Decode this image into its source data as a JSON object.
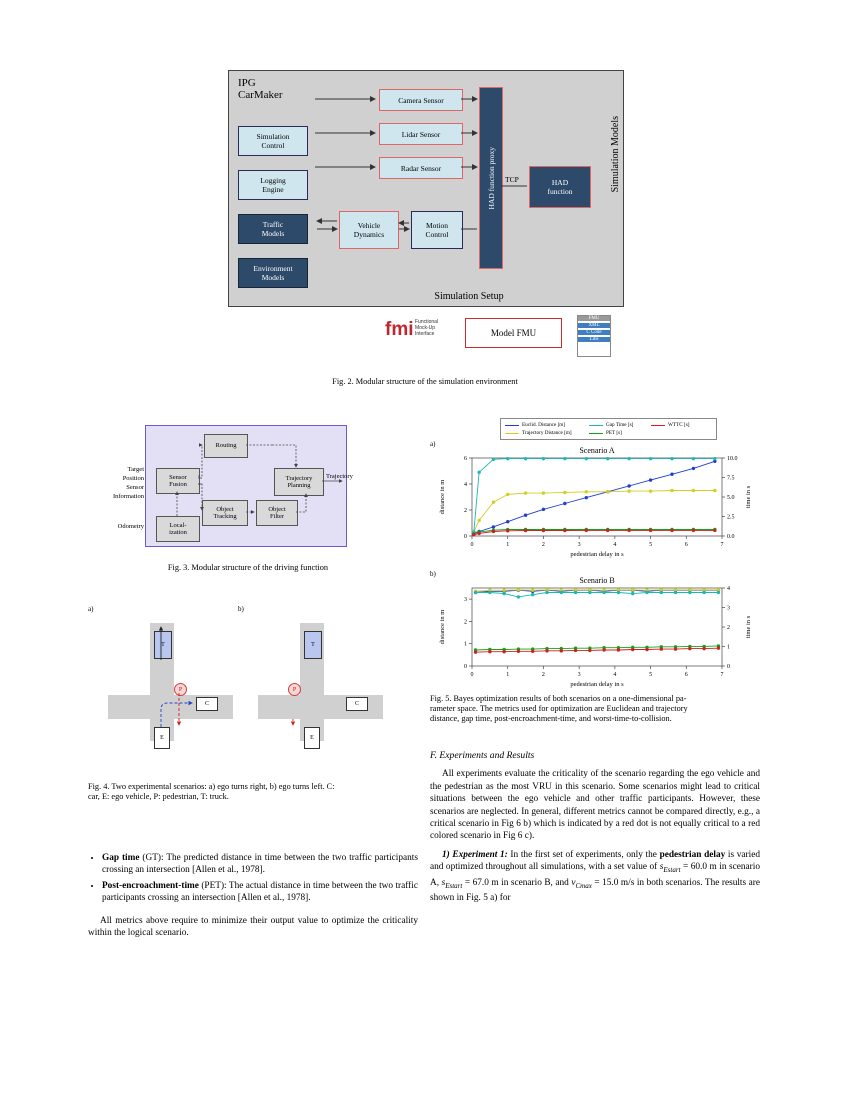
{
  "figure2": {
    "main_title_line1": "IPG",
    "main_title_line2": "CarMaker",
    "left_blocks": [
      {
        "label": "Simulation Control",
        "l1": "Simulation",
        "l2": "Control",
        "dark": false
      },
      {
        "label": "Logging Engine",
        "l1": "Logging",
        "l2": "Engine",
        "dark": false
      },
      {
        "label": "Traffic Models",
        "l1": "Traffic",
        "l2": "Models",
        "dark": true
      },
      {
        "label": "Environment Models",
        "l1": "Environment",
        "l2": "Models",
        "dark": true
      }
    ],
    "sensors": [
      "Camera Sensor",
      "Lidar Sensor",
      "Radar Sensor"
    ],
    "proxy_label": "HAD function proxy",
    "had_label_l1": "HAD",
    "had_label_l2": "function",
    "tcp_label": "TCP",
    "vehicle_dynamics_l1": "Vehicle",
    "vehicle_dynamics_l2": "Dynamics",
    "motion_control_l1": "Motion",
    "motion_control_l2": "Control",
    "simulation_setup": "Simulation Setup",
    "simulation_models": "Simulation Models",
    "fmi_logo": "fmi",
    "fmi_sub_l1": "Functional",
    "fmi_sub_l2": "Mock-Up",
    "fmi_sub_l3": "Interface",
    "model_fmu": "Model FMU",
    "file_head": "FMU",
    "file_rows": [
      "XML",
      "C Code",
      "Libs"
    ],
    "caption": "Fig. 2.   Modular structure of the simulation environment"
  },
  "figure3": {
    "blocks": [
      {
        "l1": "Routing",
        "l2": ""
      },
      {
        "l1": "Sensor",
        "l2": "Fusion"
      },
      {
        "l1": "Trajectory",
        "l2": "Planning"
      },
      {
        "l1": "Object",
        "l2": "Tracking"
      },
      {
        "l1": "Object",
        "l2": "Filter"
      },
      {
        "l1": "Local-",
        "l2": "ization"
      }
    ],
    "inputs": [
      "Target",
      "Position",
      "Sensor",
      "Information",
      "Odometry"
    ],
    "output": "Trajectory",
    "caption": "Fig. 3.   Modular structure of the driving function"
  },
  "figure4": {
    "labels": {
      "a": "a)",
      "b": "b)"
    },
    "markers": {
      "truck": "T",
      "car": "C",
      "ego": "E",
      "ped": "P"
    },
    "caption_l1": "Fig. 4.  Two experimental scenarios: a) ego turns right, b) ego turns left. C:",
    "caption_l2": "car, E: ego vehicle, P: pedestrian, T: truck."
  },
  "figure5": {
    "panel_a_label": "a)",
    "panel_b_label": "b)",
    "caption_l1": "Fig. 5.  Bayes optimization results of both scenarios on a one-dimensional pa-",
    "caption_l2": "rameter space. The metrics used for optimization are Euclidean and trajectory",
    "caption_l3": "distance, gap time, post-encroachment-time, and worst-time-to-collision."
  },
  "chart_data": [
    {
      "type": "scatter",
      "title": "Scenario A",
      "xlabel": "pedestrian delay in s",
      "ylabel": "distance in m",
      "y2label": "time in s",
      "xlim": [
        0,
        7
      ],
      "ylim": [
        0,
        6
      ],
      "y2lim": [
        0,
        10
      ],
      "xticks": [
        0,
        1,
        2,
        3,
        4,
        5,
        6,
        7
      ],
      "yticks": [
        0,
        2,
        4,
        6
      ],
      "y2ticks": [
        "0.0",
        "2.5",
        "5.0",
        "7.5",
        "10.0"
      ],
      "grid": false,
      "legend_position": "top",
      "series": [
        {
          "name": "Euclid. Distance [m]",
          "color": "#1f3fd0",
          "x": [
            0.05,
            0.2,
            0.6,
            1.0,
            1.5,
            2.0,
            2.6,
            3.2,
            3.8,
            4.4,
            5.0,
            5.6,
            6.2,
            6.8
          ],
          "y": [
            0.25,
            0.35,
            0.7,
            1.1,
            1.6,
            2.05,
            2.5,
            2.95,
            3.4,
            3.85,
            4.3,
            4.75,
            5.2,
            5.75
          ]
        },
        {
          "name": "Trajectory Distance [m]",
          "color": "#cfd01f",
          "x": [
            0.05,
            0.2,
            0.6,
            1.0,
            1.5,
            2.0,
            2.6,
            3.2,
            3.8,
            4.4,
            5.0,
            5.6,
            6.2,
            6.8
          ],
          "y": [
            0.3,
            1.2,
            2.6,
            3.2,
            3.3,
            3.3,
            3.35,
            3.4,
            3.4,
            3.45,
            3.45,
            3.5,
            3.5,
            3.5
          ]
        },
        {
          "name": "Gap Time [s]",
          "color": "#18b8b8",
          "x": [
            0.05,
            0.2,
            0.6,
            1.0,
            1.5,
            2.0,
            2.6,
            3.2,
            3.8,
            4.4,
            5.0,
            5.6,
            6.2,
            6.8
          ],
          "y": [
            0.3,
            4.9,
            5.9,
            5.95,
            5.95,
            5.95,
            5.95,
            5.95,
            5.95,
            5.95,
            5.95,
            5.95,
            5.95,
            5.95
          ]
        },
        {
          "name": "PET [s]",
          "color": "#18a018",
          "x": [
            0.05,
            0.2,
            0.6,
            1.0,
            1.5,
            2.0,
            2.6,
            3.2,
            3.8,
            4.4,
            5.0,
            5.6,
            6.2,
            6.8
          ],
          "y": [
            0.15,
            0.3,
            0.45,
            0.5,
            0.5,
            0.5,
            0.5,
            0.5,
            0.5,
            0.5,
            0.5,
            0.5,
            0.5,
            0.5
          ]
        },
        {
          "name": "WTTC [s]",
          "color": "#d01f1f",
          "x": [
            0.05,
            0.2,
            0.6,
            1.0,
            1.5,
            2.0,
            2.6,
            3.2,
            3.8,
            4.4,
            5.0,
            5.6,
            6.2,
            6.8
          ],
          "y": [
            0.1,
            0.2,
            0.35,
            0.4,
            0.42,
            0.42,
            0.42,
            0.43,
            0.43,
            0.43,
            0.43,
            0.43,
            0.43,
            0.43
          ]
        }
      ]
    },
    {
      "type": "scatter",
      "title": "Scenario B",
      "xlabel": "pedestrian delay in s",
      "ylabel": "distance in m",
      "y2label": "time in s",
      "xlim": [
        0,
        7
      ],
      "ylim": [
        0,
        3.5
      ],
      "y2lim": [
        0,
        4
      ],
      "xticks": [
        0,
        1,
        2,
        3,
        4,
        5,
        6,
        7
      ],
      "yticks": [
        0,
        1,
        2,
        3
      ],
      "y2ticks": [
        0,
        1,
        2,
        3,
        4
      ],
      "grid": false,
      "legend_position": "shared-top",
      "series": [
        {
          "name": "Euclid. Distance [m]",
          "color": "#1f3fd0",
          "x": [
            0.1,
            0.5,
            0.9,
            1.3,
            1.7,
            2.1,
            2.5,
            2.9,
            3.3,
            3.7,
            4.1,
            4.5,
            4.9,
            5.3,
            5.7,
            6.1,
            6.5,
            6.9
          ],
          "y": [
            3.3,
            3.35,
            3.35,
            3.4,
            3.35,
            3.4,
            3.35,
            3.4,
            3.4,
            3.35,
            3.4,
            3.4,
            3.35,
            3.4,
            3.4,
            3.4,
            3.4,
            3.4
          ]
        },
        {
          "name": "Trajectory Distance [m]",
          "color": "#cfd01f",
          "x": [
            0.1,
            0.5,
            0.9,
            1.3,
            1.7,
            2.1,
            2.5,
            2.9,
            3.3,
            3.7,
            4.1,
            4.5,
            4.9,
            5.3,
            5.7,
            6.1,
            6.5,
            6.9
          ],
          "y": [
            3.35,
            3.4,
            3.4,
            3.42,
            3.4,
            3.42,
            3.4,
            3.42,
            3.42,
            3.4,
            3.42,
            3.42,
            3.4,
            3.42,
            3.42,
            3.42,
            3.42,
            3.42
          ]
        },
        {
          "name": "Gap Time [s]",
          "color": "#18b8b8",
          "x": [
            0.1,
            0.5,
            0.9,
            1.3,
            1.7,
            2.1,
            2.5,
            2.9,
            3.3,
            3.7,
            4.1,
            4.5,
            4.9,
            5.3,
            5.7,
            6.1,
            6.5,
            6.9
          ],
          "y": [
            3.3,
            3.3,
            3.25,
            3.1,
            3.2,
            3.3,
            3.3,
            3.3,
            3.3,
            3.3,
            3.3,
            3.25,
            3.3,
            3.3,
            3.3,
            3.3,
            3.3,
            3.3
          ]
        },
        {
          "name": "PET [s]",
          "color": "#18a018",
          "x": [
            0.1,
            0.5,
            0.9,
            1.3,
            1.7,
            2.1,
            2.5,
            2.9,
            3.3,
            3.7,
            4.1,
            4.5,
            4.9,
            5.3,
            5.7,
            6.1,
            6.5,
            6.9
          ],
          "y": [
            0.72,
            0.74,
            0.74,
            0.76,
            0.76,
            0.78,
            0.78,
            0.8,
            0.8,
            0.82,
            0.82,
            0.84,
            0.84,
            0.86,
            0.86,
            0.88,
            0.88,
            0.9
          ]
        },
        {
          "name": "WTTC [s]",
          "color": "#d01f1f",
          "x": [
            0.1,
            0.5,
            0.9,
            1.3,
            1.7,
            2.1,
            2.5,
            2.9,
            3.3,
            3.7,
            4.1,
            4.5,
            4.9,
            5.3,
            5.7,
            6.1,
            6.5,
            6.9
          ],
          "y": [
            0.62,
            0.64,
            0.64,
            0.66,
            0.66,
            0.68,
            0.68,
            0.7,
            0.7,
            0.72,
            0.72,
            0.74,
            0.74,
            0.76,
            0.76,
            0.78,
            0.78,
            0.8
          ]
        }
      ]
    }
  ],
  "legend": [
    {
      "label": "Euclid. Distance [m]",
      "color": "#1f3fd0"
    },
    {
      "label": "Gap Time [s]",
      "color": "#18b8b8"
    },
    {
      "label": "WTTC [s]",
      "color": "#d01f1f"
    },
    {
      "label": "Trajectory Distance [m]",
      "color": "#cfd01f"
    },
    {
      "label": "PET [s]",
      "color": "#18a018"
    }
  ],
  "left_column": {
    "bullets": [
      {
        "bold": "Gap time",
        "rest": " (GT): The predicted distance in time between the two traffic participants crossing an intersection [Allen et al., 1978]."
      },
      {
        "bold": "Post-encroachment-time",
        "rest": " (PET): The actual distance in time between the two traffic participants crossing an intersection [Allen et al., 1978]."
      }
    ],
    "paragraph": "All metrics above require to minimize their output value to optimize the criticality within the logical scenario."
  },
  "right_column": {
    "section_heading": "F. Experiments and Results",
    "para1": "All experiments evaluate the criticality of the scenario regarding the ego vehicle and the pedestrian as the most VRU in this scenario. Some scenarios might lead to critical situations between the ego vehicle and other traffic participants. However, these scenarios are neglected. In general, different metrics cannot be compared directly, e.g., a critical scenario in Fig 6 b) which is indicated by a red dot is not equally critical to a red colored scenario in Fig 6 c).",
    "para2_lead": "1) Experiment 1:",
    "para2_a": " In the first set of experiments, only the ",
    "para2_bold": "pedestrian delay",
    "para2_b": " is varied and optimized throughout all simulations, with a set value of ",
    "para2_eq1": "s",
    "para2_eq1_sub": "Estart",
    "para2_eq1_val": " = 60.0 m",
    "para2_c": " in scenario A, ",
    "para2_eq2_val": " = 67.0 m",
    "para2_d": " in scenario B, and ",
    "para2_eq3": "v",
    "para2_eq3_sub": "Cmax",
    "para2_eq3_val": " = 15.0 m/s",
    "para2_e": " in both scenarios. The results are shown in Fig. 5 a) for"
  }
}
